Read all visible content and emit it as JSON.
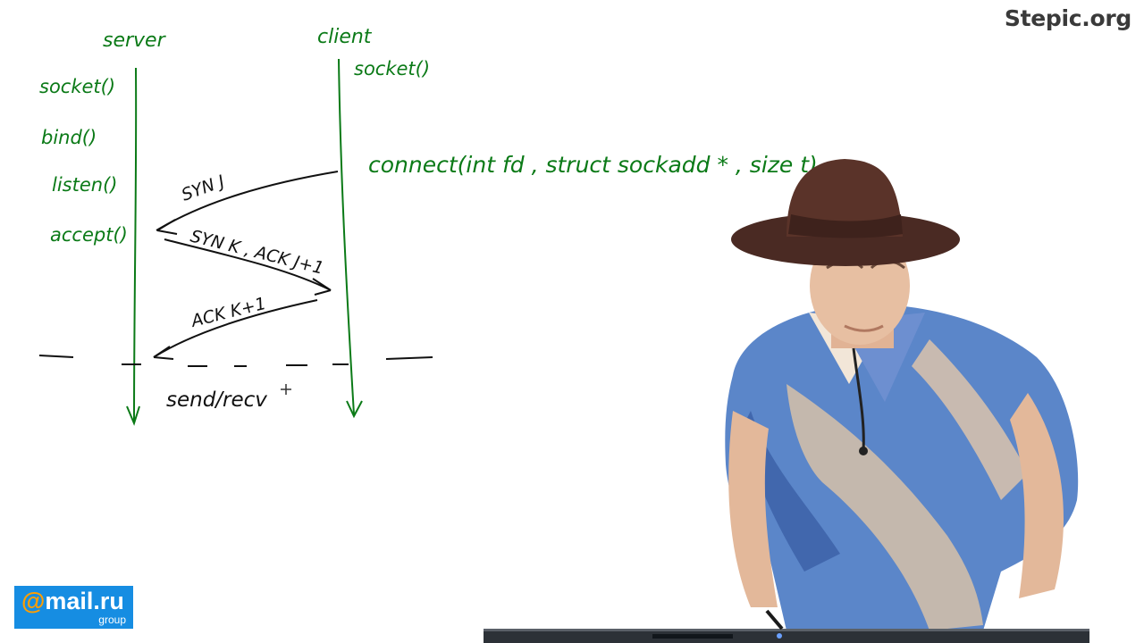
{
  "brand": {
    "site": "Stepic.org"
  },
  "logo": {
    "at": "@",
    "name": "mail.ru",
    "sub": "group"
  },
  "whiteboard": {
    "server_label": "server",
    "client_label": "client",
    "server_calls": [
      "socket()",
      "bind()",
      "listen()",
      "accept()"
    ],
    "client_calls": [
      "socket()"
    ],
    "connect_signature": "connect(int fd , struct sockadd * , size t)",
    "arrows": {
      "syn": "SYN  J",
      "syn_ack": "SYN K , ACK J+1",
      "ack": "ACK K+1"
    },
    "data_phase": "send/recv"
  },
  "colors": {
    "ink_green": "#0b7a17",
    "ink_black": "#111111",
    "logo_blue": "#168de2"
  }
}
